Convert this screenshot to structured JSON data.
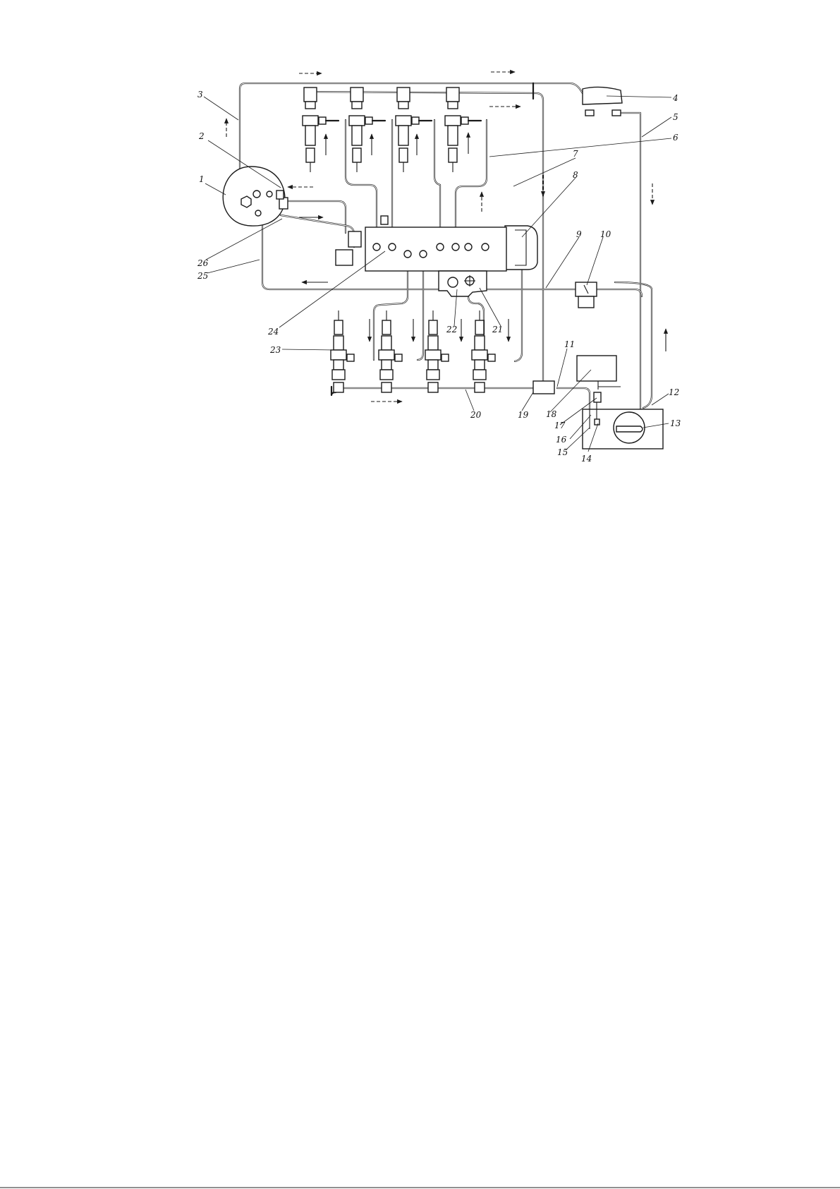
{
  "figure": {
    "callouts": [
      "1",
      "2",
      "3",
      "4",
      "5",
      "6",
      "7",
      "8",
      "9",
      "10",
      "11",
      "12",
      "13",
      "14",
      "15",
      "16",
      "17",
      "18",
      "19",
      "20",
      "21",
      "22",
      "23",
      "24",
      "25",
      "26"
    ]
  }
}
